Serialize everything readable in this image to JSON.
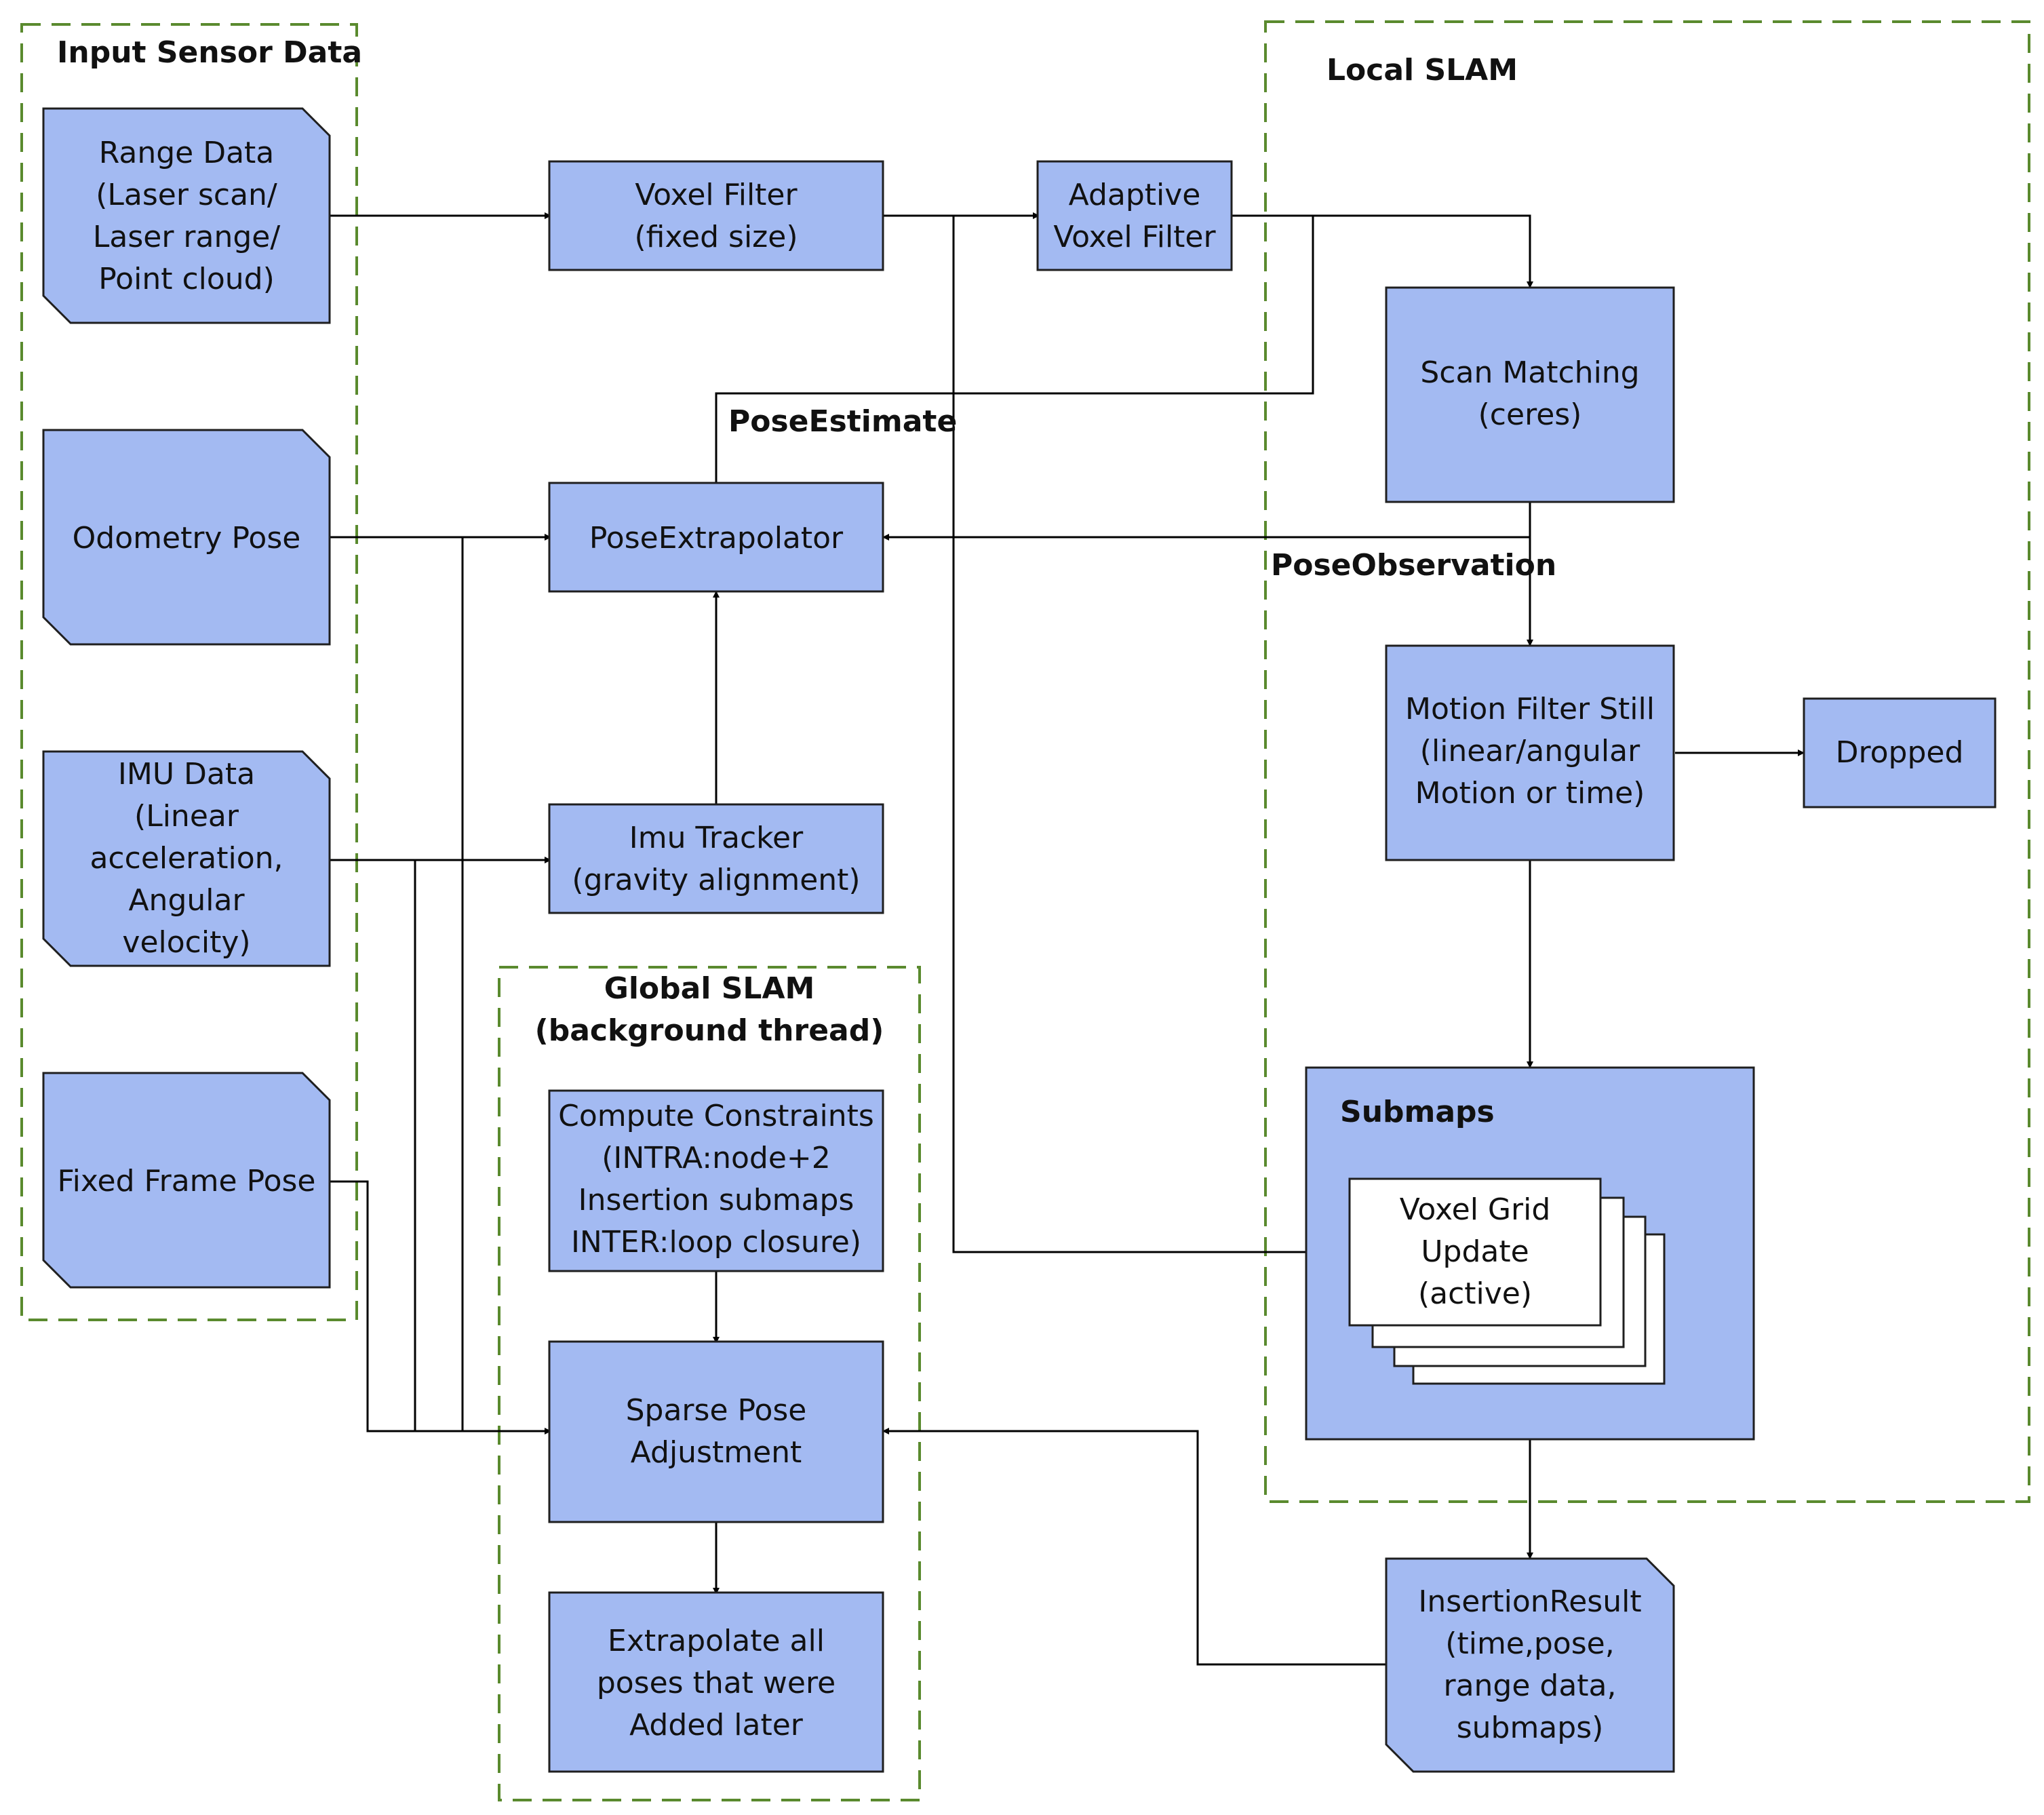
{
  "groups": {
    "input_sensor_data": "Input Sensor Data",
    "local_slam": "Local SLAM",
    "global_slam": [
      "Global SLAM",
      "(background thread)"
    ]
  },
  "nodes": {
    "range_data": [
      "Range Data",
      "(Laser scan/",
      "Laser range/",
      "Point cloud)"
    ],
    "odometry_pose": [
      "Odometry Pose"
    ],
    "imu_data": [
      "IMU Data",
      "(Linear",
      "acceleration,",
      "Angular",
      "velocity)"
    ],
    "fixed_frame_pose": [
      "Fixed Frame Pose"
    ],
    "voxel_filter": [
      "Voxel Filter",
      "(fixed size)"
    ],
    "adaptive_voxel_filter": [
      "Adaptive",
      "Voxel Filter"
    ],
    "pose_extrapolator": [
      "PoseExtrapolator"
    ],
    "imu_tracker": [
      "Imu Tracker",
      "(gravity alignment)"
    ],
    "scan_matching": [
      "Scan Matching",
      "(ceres)"
    ],
    "motion_filter": [
      "Motion Filter Still",
      "(linear/angular",
      "Motion or time)"
    ],
    "dropped": [
      "Dropped"
    ],
    "submaps": "Submaps",
    "voxel_grid": [
      "Voxel Grid",
      "Update",
      "(active)"
    ],
    "compute_constraints": [
      "Compute Constraints",
      "(INTRA:node+2",
      "Insertion submaps",
      "INTER:loop closure)"
    ],
    "sparse_pose": [
      "Sparse Pose",
      "Adjustment"
    ],
    "extrapolate_all": [
      "Extrapolate all",
      "poses that were",
      "Added later"
    ],
    "insertion_result": [
      "InsertionResult",
      "(time,pose,",
      "range data,",
      "submaps)"
    ]
  },
  "edge_labels": {
    "pose_estimate": "PoseEstimate",
    "pose_observation": "PoseObservation"
  },
  "colors": {
    "box_fill": "#a3baf2",
    "group_border": "#5a8a2e"
  }
}
